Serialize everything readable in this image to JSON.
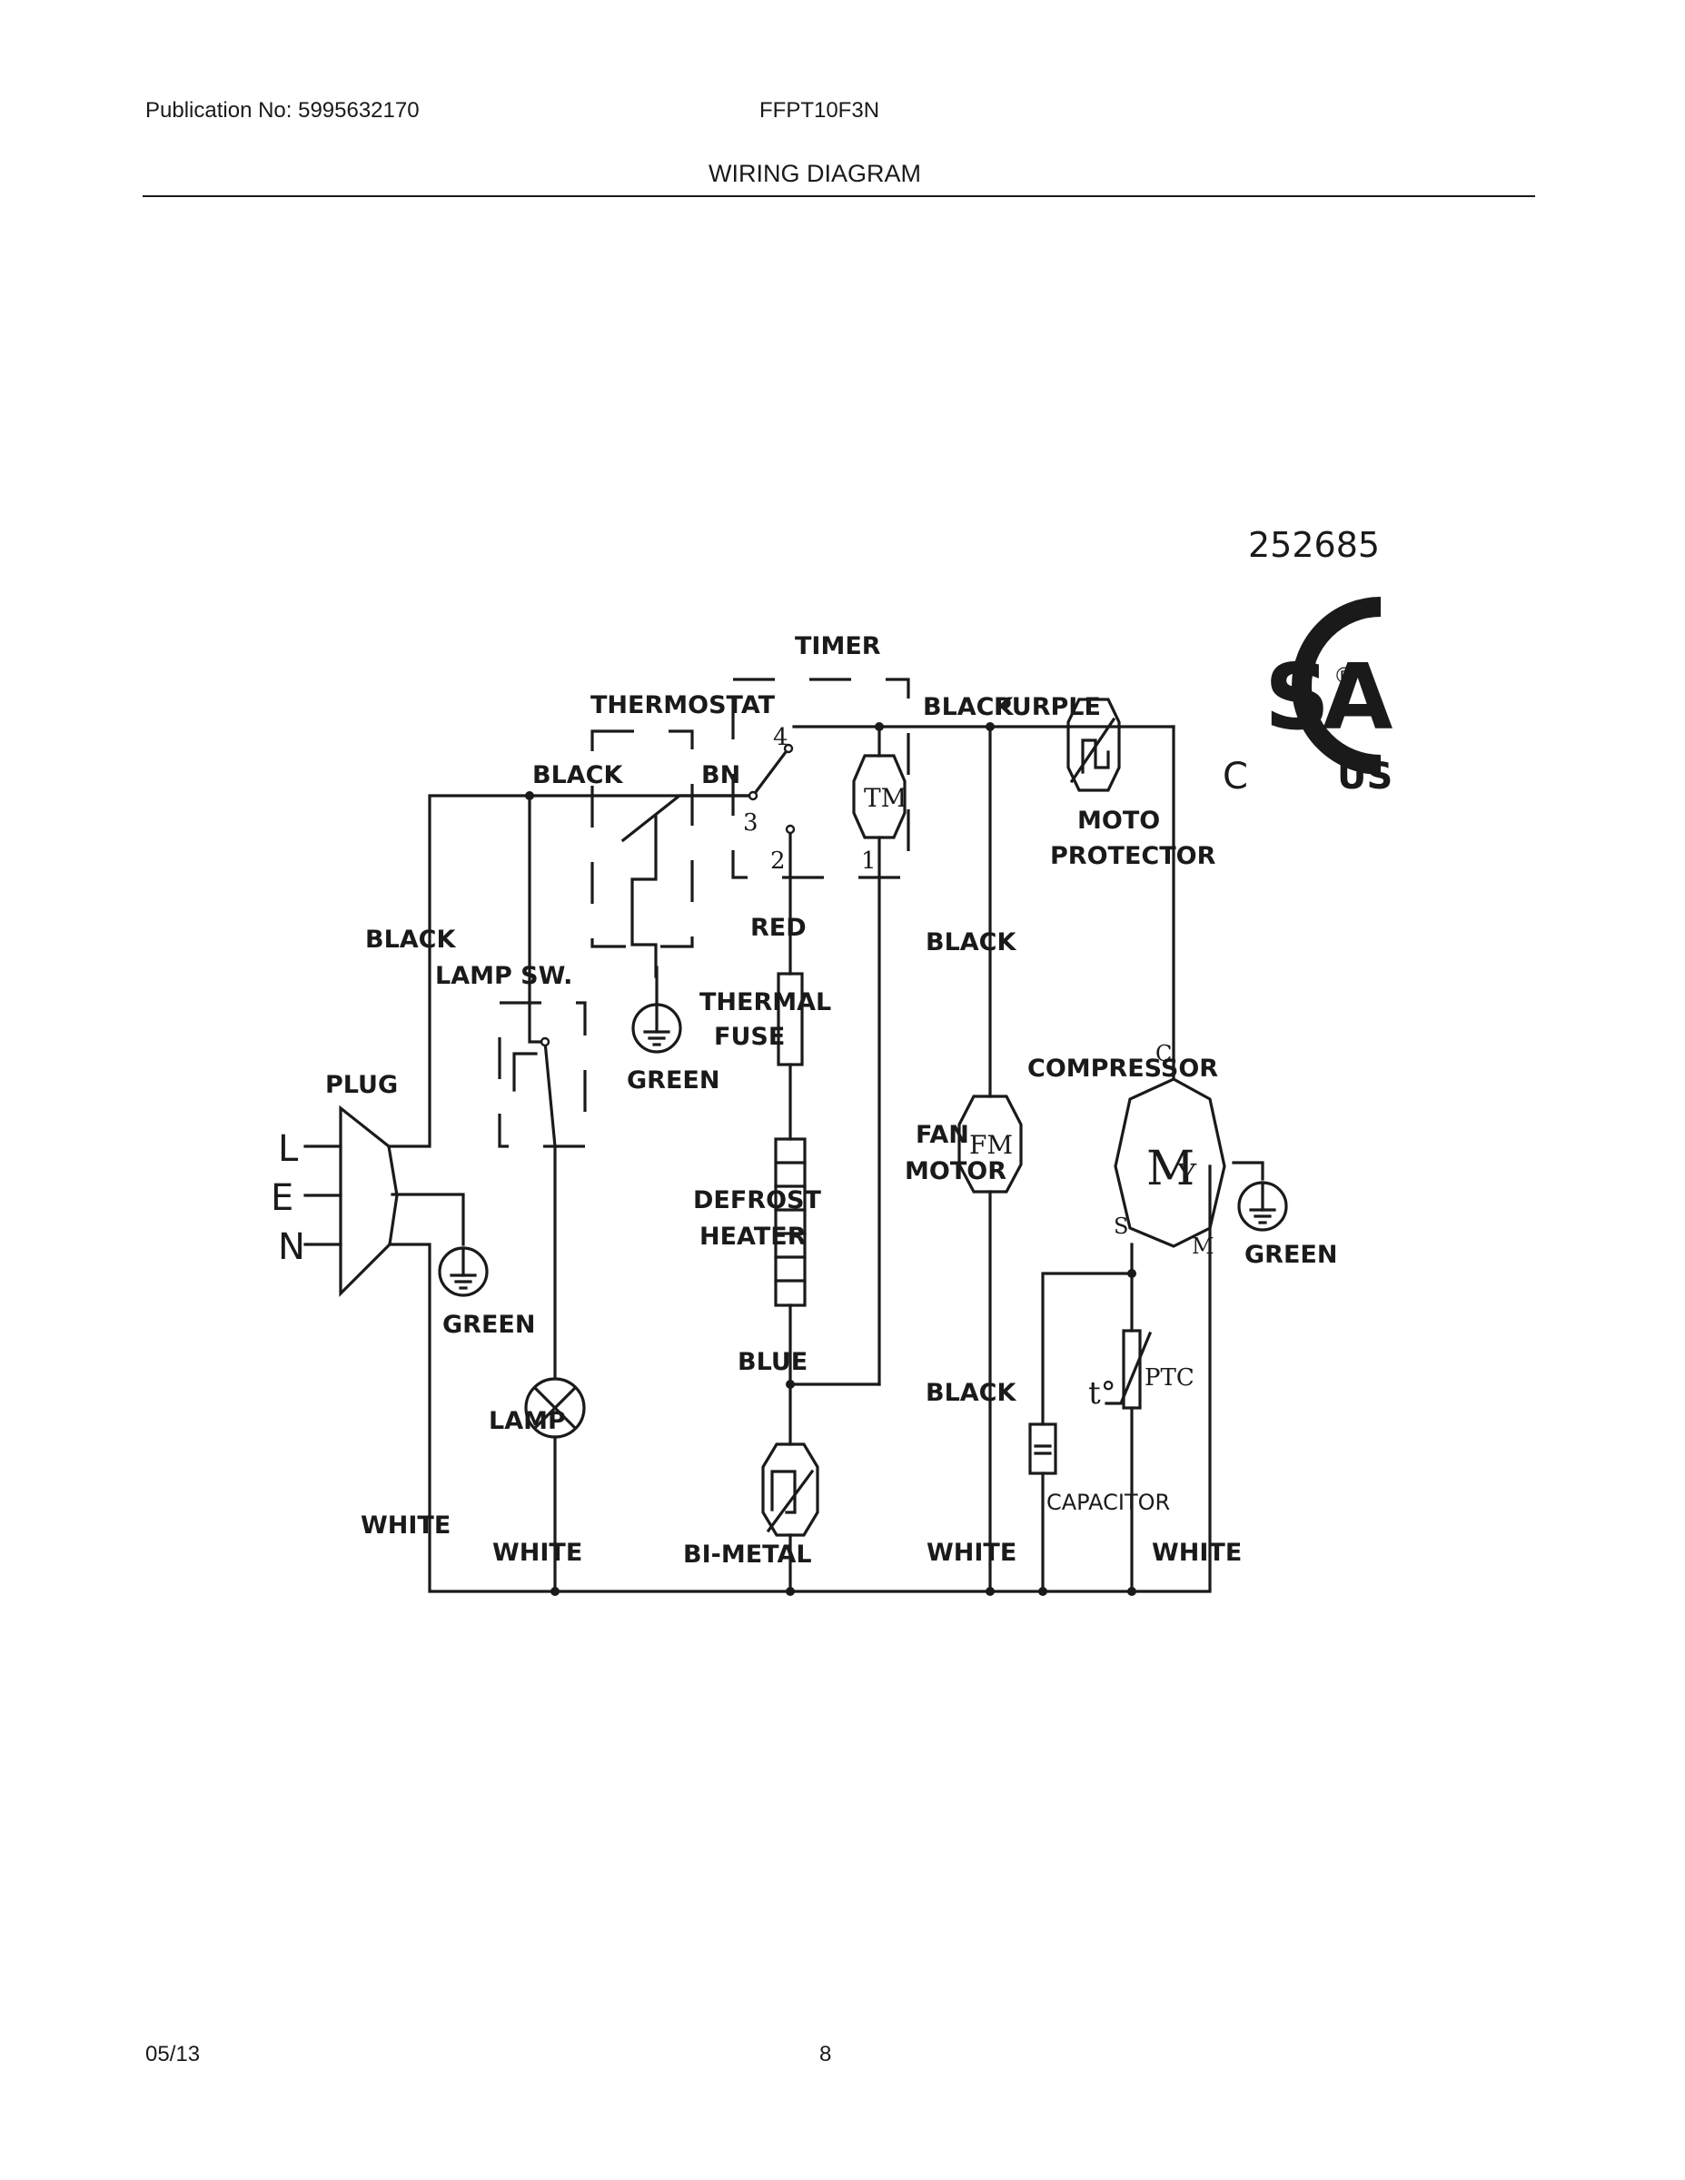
{
  "header": {
    "publication": "Publication No: 5995632170",
    "model": "FFPT10F3N",
    "title": "WIRING DIAGRAM"
  },
  "footer": {
    "date": "05/13",
    "page": "8"
  },
  "certification": {
    "number": "252685",
    "mark": "SA",
    "left": "C",
    "right": "US",
    "registered": "®"
  },
  "diagram": {
    "labels": {
      "timer": "TIMER",
      "thermostat": "THERMOSTAT",
      "black_top": "BLACK",
      "bn": "BN",
      "black_timer": "BLACK",
      "purple": "PURPLE",
      "moto_protector_1": "MOTO",
      "moto_protector_2": "PROTECTOR",
      "black_left": "BLACK",
      "lamp_sw": "LAMP SW.",
      "plug": "PLUG",
      "green_plug": "GREEN",
      "green_thermostat": "GREEN",
      "red": "RED",
      "thermal_fuse_1": "THERMAL",
      "thermal_fuse_2": "FUSE",
      "defrost_heater_1": "DEFROST",
      "defrost_heater_2": "HEATER",
      "blue": "BLUE",
      "bi_metal": "BI-METAL",
      "lamp": "LAMP",
      "white_left": "WHITE",
      "white_lamp": "WHITE",
      "white_fan": "WHITE",
      "white_right": "WHITE",
      "black_fan_top": "BLACK",
      "black_fan_bottom": "BLACK",
      "fan_motor_1": "FAN",
      "fan_motor_2": "MOTOR",
      "compressor": "COMPRESSOR",
      "green_compressor": "GREEN",
      "capacitor": "CAPACITOR",
      "ptc": "PTC",
      "ptc_symbol": "t°",
      "timer_motor": "TM",
      "fan_motor_symbol": "FM",
      "compressor_symbol_m": "M",
      "compressor_symbol_y": "Y",
      "terminal_c": "C",
      "terminal_s": "S",
      "terminal_m": "M",
      "pin_1": "1",
      "pin_2": "2",
      "pin_3": "3",
      "pin_4": "4",
      "plug_l": "L",
      "plug_e": "E",
      "plug_n": "N"
    }
  }
}
